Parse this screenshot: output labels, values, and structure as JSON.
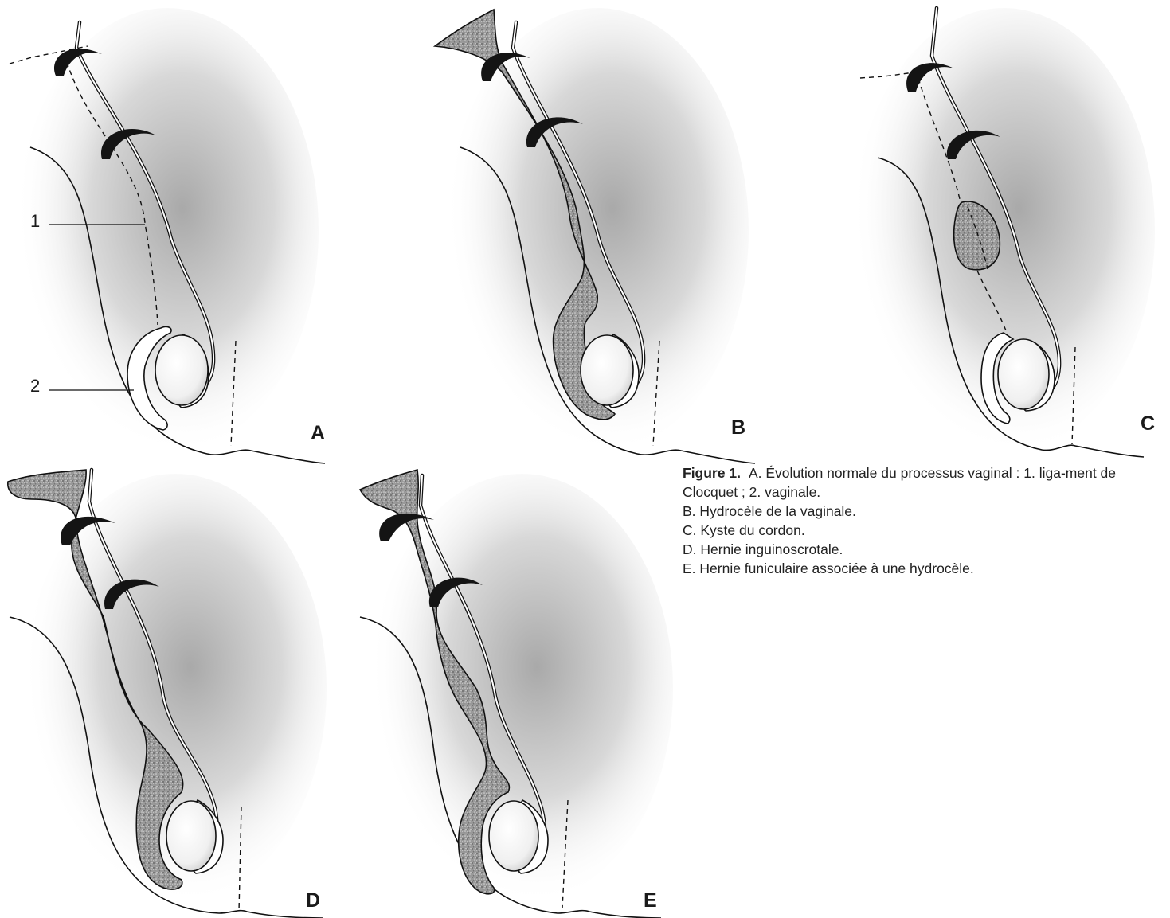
{
  "panels": [
    {
      "letter": "A",
      "fluid": "none"
    },
    {
      "letter": "B",
      "fluid": "hydrocele"
    },
    {
      "letter": "C",
      "fluid": "cyst"
    },
    {
      "letter": "D",
      "fluid": "hernia"
    },
    {
      "letter": "E",
      "fluid": "funicular"
    }
  ],
  "callouts": {
    "one": "1",
    "two": "2"
  },
  "caption": {
    "label": "Figure 1.",
    "line_a": "A. Évolution normale du processus vaginal : 1. liga-ment de Clocquet ; 2. vaginale.",
    "line_b": "B. Hydrocèle de la vaginale.",
    "line_c": "C. Kyste du cordon.",
    "line_d": "D. Hernie inguinoscrotale.",
    "line_e": "E. Hernie funiculaire associée à une hydrocèle."
  },
  "colors": {
    "ink": "#111111",
    "shade": "#b5b5b5",
    "background": "#ffffff"
  }
}
